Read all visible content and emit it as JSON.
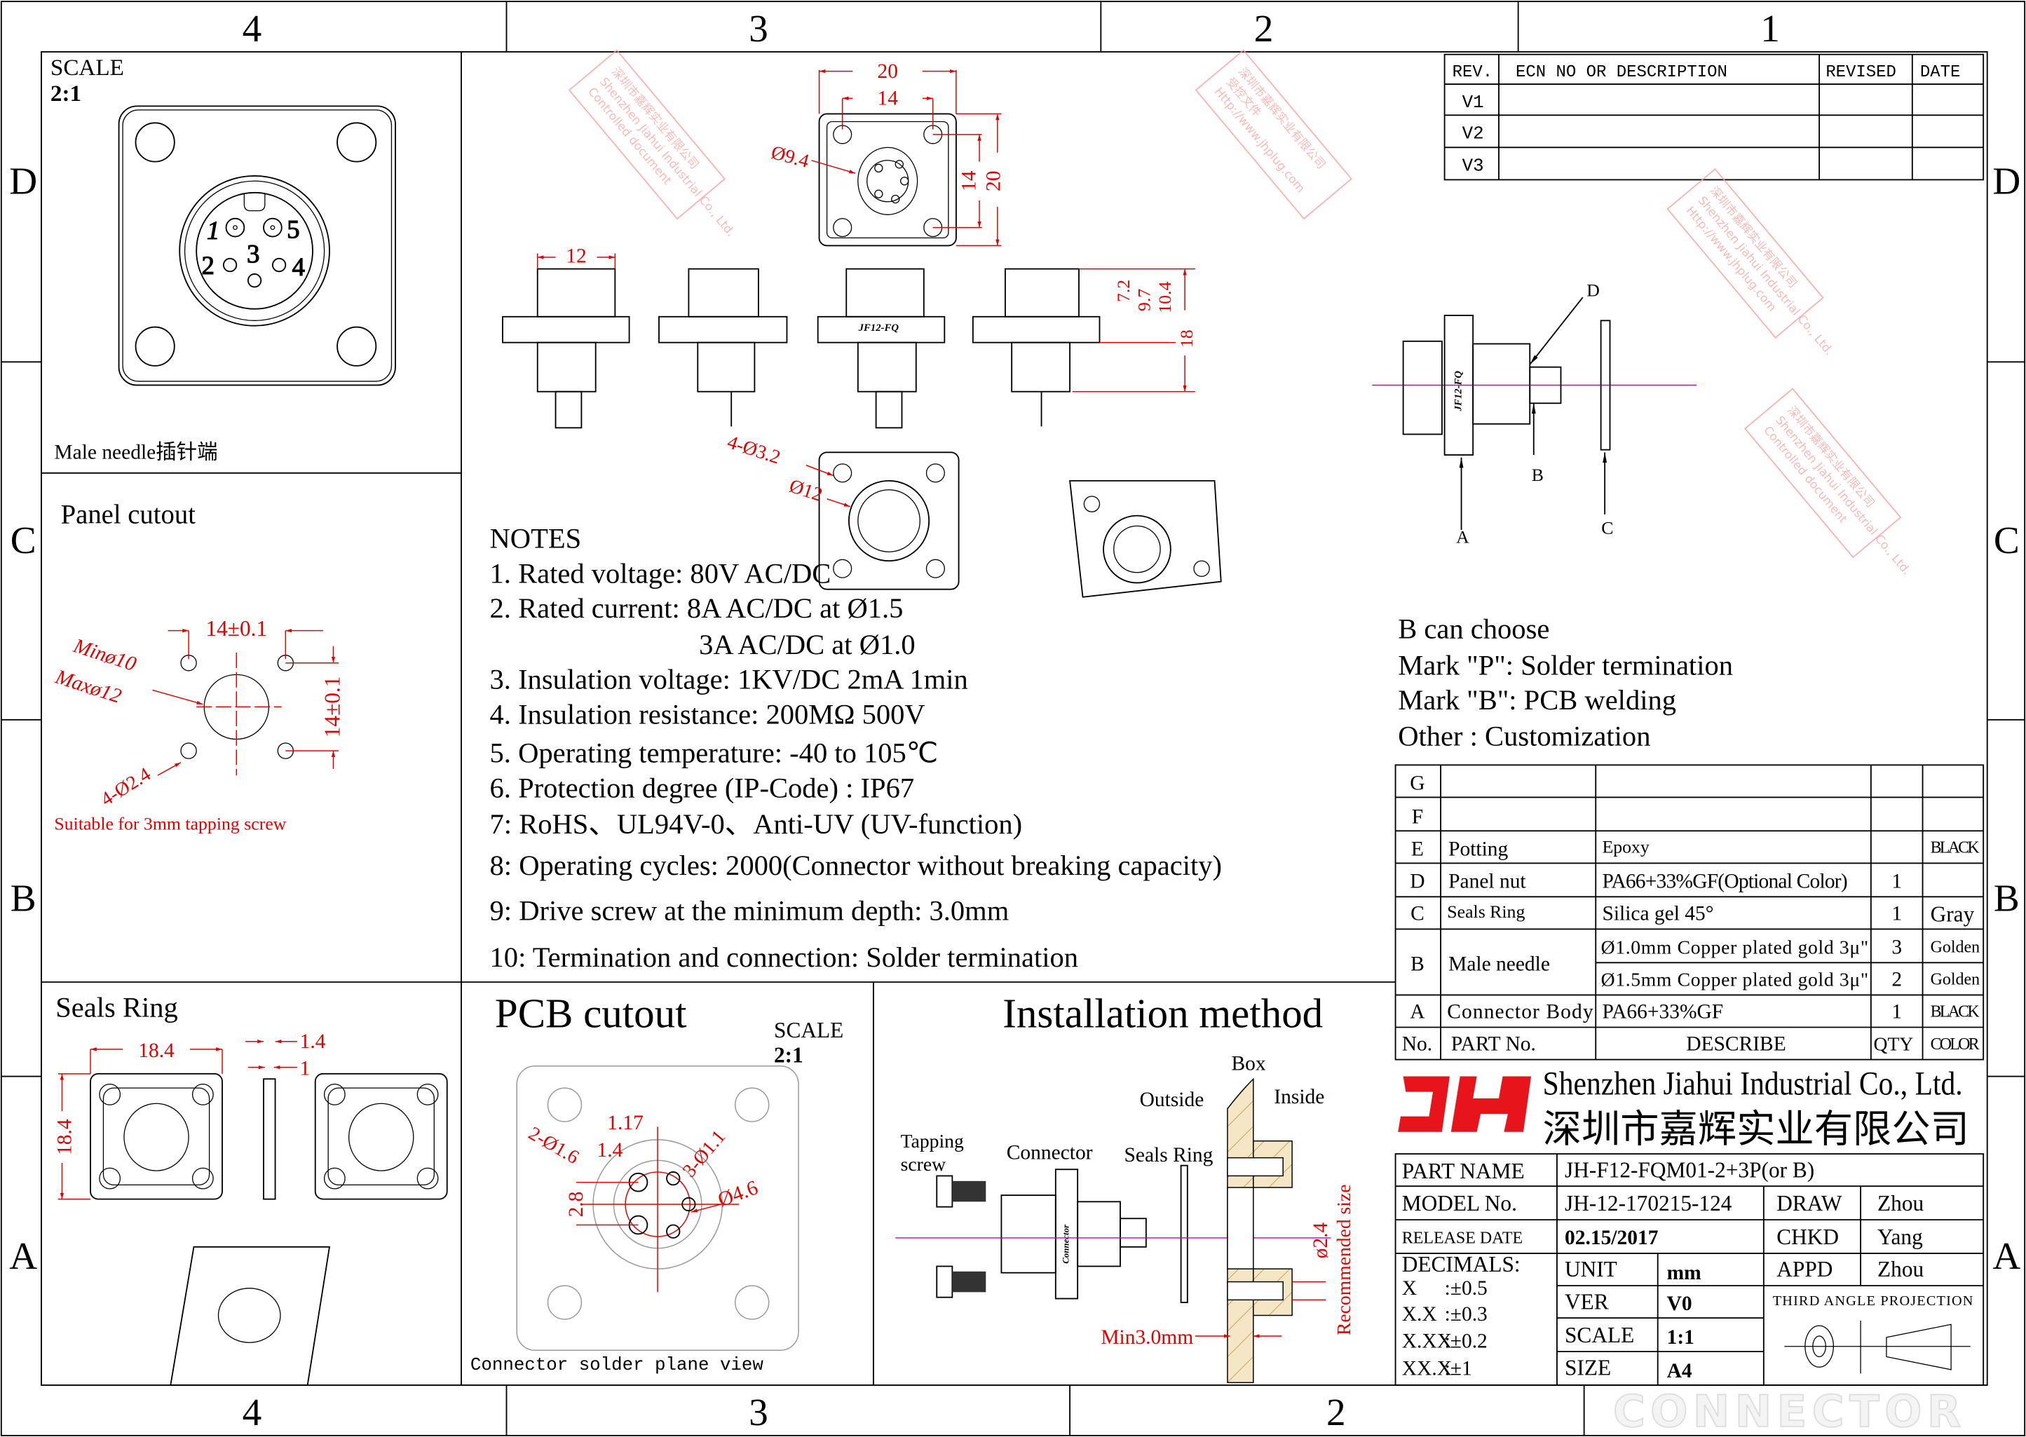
{
  "zones": {
    "columns": [
      "4",
      "3",
      "2",
      "1"
    ],
    "rows": [
      "D",
      "C",
      "B",
      "A"
    ]
  },
  "views": {
    "male_face": {
      "scale_label": "SCALE",
      "scale_value": "2:1",
      "caption": "Male needle插针端",
      "pins": [
        "1",
        "2",
        "3",
        "4",
        "5"
      ]
    },
    "panel_cutout": {
      "title": "Panel cutout",
      "dim_horizontal": "14±0.1",
      "dim_vertical": "14±0.1",
      "min_dia": "Minø10",
      "max_dia": "Maxø12",
      "hole_dia": "4-Ø2.4",
      "note": "Suitable for 3mm tapping screw"
    },
    "dimensions": {
      "width_outer": "20",
      "width_hole": "14",
      "face_dia": "Ø9.4",
      "height_hole": "14",
      "height_outer": "20",
      "flange_width": "12",
      "d1": "7.2",
      "d2": "9.7",
      "d3": "10.4",
      "d4": "18",
      "holes": "4-Ø3.2",
      "body_dia": "Ø12",
      "marking": "JF12-FQ"
    },
    "exploded": {
      "labels": [
        "A",
        "B",
        "C",
        "D"
      ]
    },
    "seals_ring": {
      "title": "Seals Ring",
      "width": "18.4",
      "height": "18.4",
      "thickness_outer": "1.4",
      "thickness_inner": "1"
    },
    "pcb_cutout": {
      "title": "PCB cutout",
      "scale_label": "SCALE",
      "scale_value": "2:1",
      "dim_a": "1.17",
      "dim_b": "1.4",
      "dim_c": "2-Ø1.6",
      "dim_d": "3-Ø1.1",
      "dim_e": "Ø4.6",
      "dim_f": "2.8",
      "caption": "Connector solder plane view"
    },
    "installation": {
      "title": "Installation method",
      "box": "Box",
      "outside": "Outside",
      "inside": "Inside",
      "screw_1": "Tapping",
      "screw_2": "screw",
      "connector": "Connector",
      "seals_ring": "Seals Ring",
      "min_depth": "Min3.0mm",
      "hole_dia": "ø2.4",
      "recommended": "Recommended size"
    }
  },
  "notes": {
    "title": "NOTES",
    "items": [
      "1. Rated voltage: 80V AC/DC",
      "2. Rated current: 8A AC/DC at Ø1.5",
      "3A AC/DC at Ø1.0",
      "3. Insulation voltage: 1KV/DC 2mA 1min",
      "4. Insulation resistance: 200MΩ 500V",
      "5. Operating temperature: -40 to 105℃",
      "6. Protection degree (IP-Code) : IP67",
      "7: RoHS、UL94V-0、Anti-UV (UV-function)",
      "8: Operating cycles: 2000(Connector without breaking capacity)",
      "9: Drive screw at the minimum depth: 3.0mm",
      "10: Termination and connection: Solder termination"
    ]
  },
  "options": {
    "title": "B can choose",
    "items": [
      "Mark \"P\":  Solder termination",
      "Mark \"B\":  PCB welding",
      "Other : Customization"
    ]
  },
  "revisions": {
    "headers": [
      "REV.",
      "ECN NO OR DESCRIPTION",
      "REVISED",
      "DATE"
    ],
    "rows": [
      "V1",
      "V2",
      "V3"
    ]
  },
  "bom": {
    "headers": [
      "No.",
      "PART No.",
      "DESCRIBE",
      "QTY",
      "COLOR"
    ],
    "rows": [
      {
        "no": "G",
        "part": "",
        "desc": "",
        "qty": "",
        "color": ""
      },
      {
        "no": "F",
        "part": "",
        "desc": "",
        "qty": "",
        "color": ""
      },
      {
        "no": "E",
        "part": "Potting",
        "desc": "Epoxy",
        "qty": "",
        "color": "BLACK"
      },
      {
        "no": "D",
        "part": "Panel nut",
        "desc": "PA66+33%GF(Optional Color)",
        "qty": "1",
        "color": ""
      },
      {
        "no": "C",
        "part": "Seals Ring",
        "desc": "Silica gel 45°",
        "qty": "1",
        "color": "Gray"
      },
      {
        "no": "B",
        "part": "Male needle",
        "desc": "Ø1.0mm Copper plated gold 3μ\"",
        "qty": "3",
        "color": "Golden",
        "desc2": "Ø1.5mm Copper plated gold 3μ\"",
        "qty2": "2",
        "color2": "Golden"
      },
      {
        "no": "A",
        "part": "Connector Body",
        "desc": "PA66+33%GF",
        "qty": "1",
        "color": "BLACK"
      }
    ]
  },
  "company": {
    "logo": "JH",
    "name_en": "Shenzhen Jiahui Industrial Co., Ltd.",
    "name_cn": "深圳市嘉辉实业有限公司",
    "brand_mark": "CONNECTOR",
    "brand_color": "#e8141c"
  },
  "title_block": {
    "part_name_label": "PART NAME",
    "part_name": "JH-F12-FQM01-2+3P(or B)",
    "model_label": "MODEL No.",
    "model": "JH-12-170215-124",
    "release_label": "RELEASE DATE",
    "release": "02.15/2017",
    "draw_label": "DRAW",
    "draw": "Zhou",
    "chkd_label": "CHKD",
    "chkd": "Yang",
    "appd_label": "APPD",
    "appd": "Zhou",
    "decimals_label": "DECIMALS:",
    "decimals": [
      [
        "X",
        ":±0.5"
      ],
      [
        "X.X",
        ":±0.3"
      ],
      [
        "X.XX",
        ":±0.2"
      ],
      [
        "XX.X",
        ":±1"
      ]
    ],
    "unit_label": "UNIT",
    "unit": "mm",
    "ver_label": "VER",
    "ver": "V0",
    "scale_label": "SCALE",
    "scale": "1:1",
    "size_label": "SIZE",
    "size": "A4",
    "projection": "THIRD ANGLE PROJECTION"
  },
  "watermark": {
    "cn": "深圳市嘉辉实业有限公司",
    "en": "Shenzhen Jiahui Industrial Co., Ltd.",
    "cn2": "受控文件",
    "en2": "Controlled document",
    "url": "Http://www.jhplug.com"
  }
}
